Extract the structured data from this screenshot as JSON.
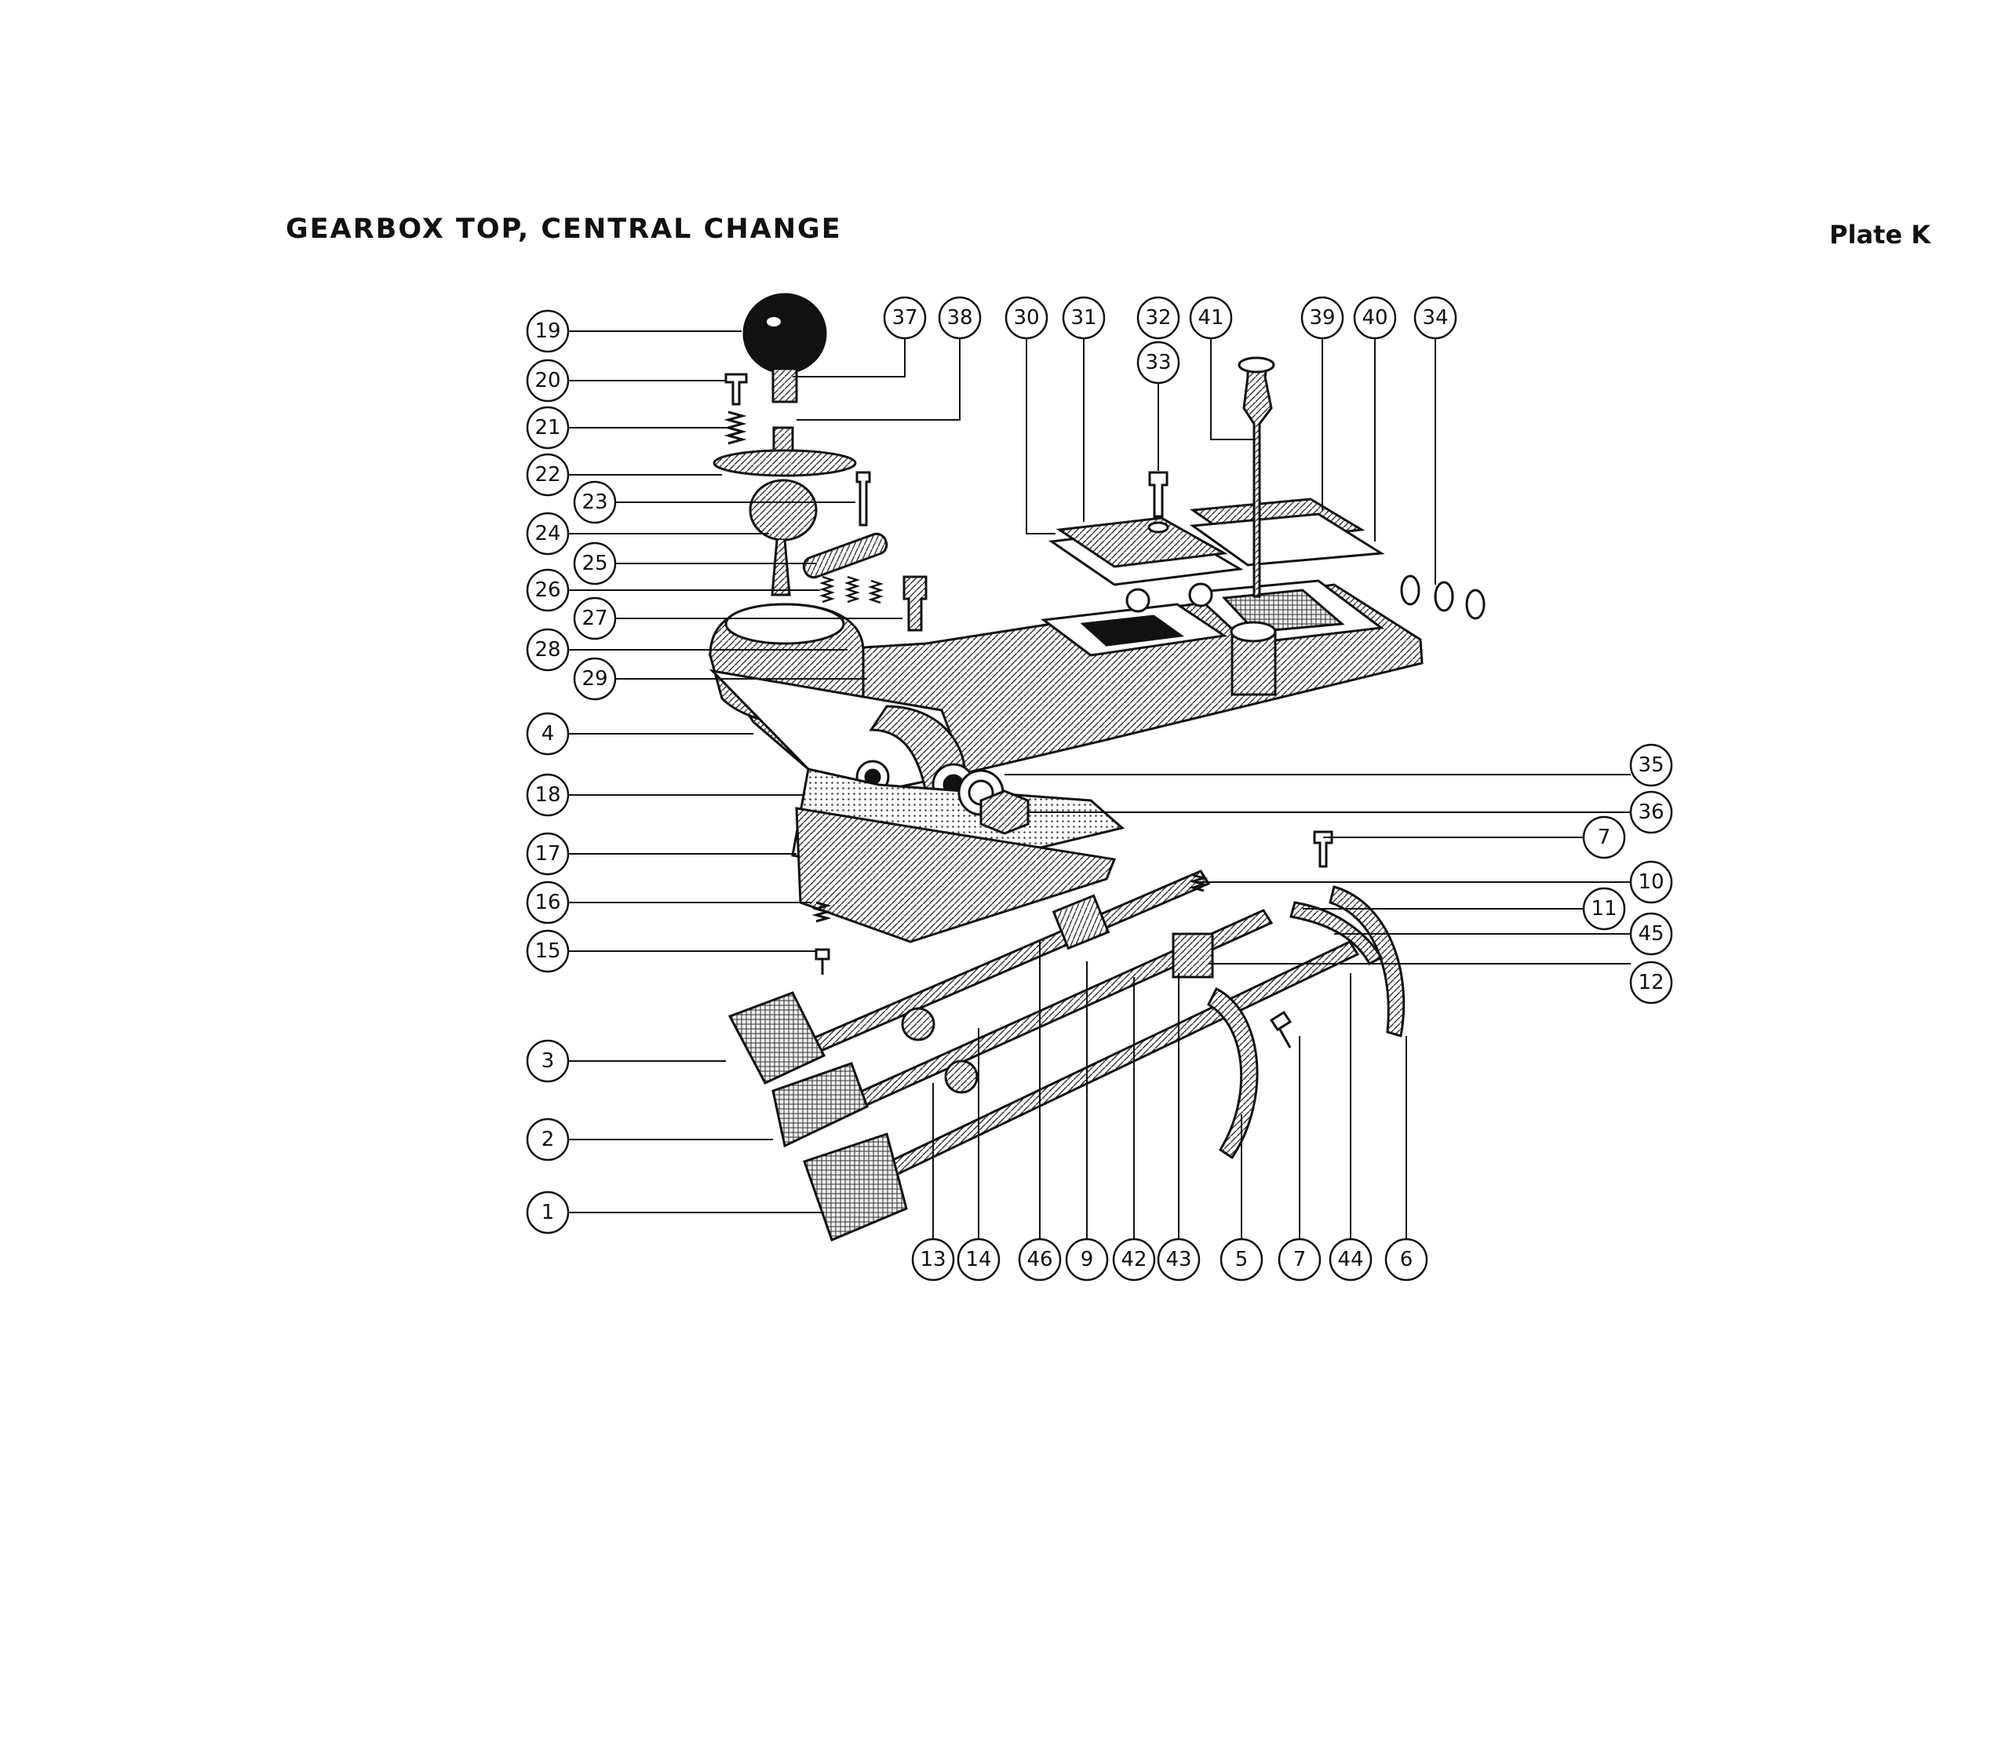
{
  "page": {
    "title": "GEARBOX  TOP,  CENTRAL  CHANGE",
    "plate": "Plate K"
  },
  "callouts": {
    "c19": "19",
    "c20": "20",
    "c21": "21",
    "c22": "22",
    "c23": "23",
    "c24": "24",
    "c25": "25",
    "c26": "26",
    "c27": "27",
    "c28": "28",
    "c29": "29",
    "c4": "4",
    "c18": "18",
    "c17": "17",
    "c16": "16",
    "c15": "15",
    "c3": "3",
    "c2": "2",
    "c1": "1",
    "c37": "37",
    "c38": "38",
    "c30": "30",
    "c31": "31",
    "c32": "32",
    "c33": "33",
    "c41": "41",
    "c39": "39",
    "c40": "40",
    "c34": "34",
    "c35": "35",
    "c36": "36",
    "c7a": "7",
    "c10": "10",
    "c11": "11",
    "c45": "45",
    "c12": "12",
    "c13": "13",
    "c14": "14",
    "c46": "46",
    "c9": "9",
    "c42": "42",
    "c43": "43",
    "c5": "5",
    "c7b": "7",
    "c44": "44",
    "c6": "6"
  },
  "colors": {
    "ink": "#111111",
    "paper": "#ffffff",
    "shade": "#9a9a9a"
  }
}
